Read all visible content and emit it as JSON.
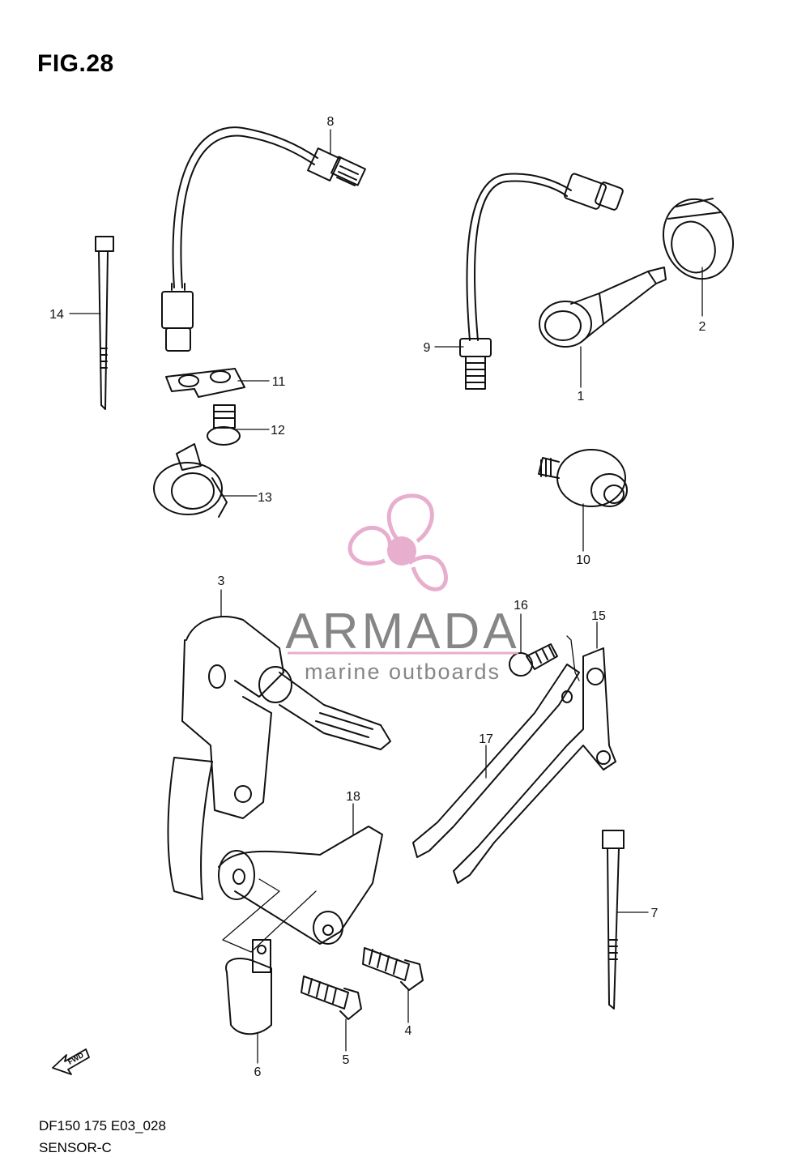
{
  "figure": {
    "title": "FIG.28",
    "code": "DF150 175 E03_028",
    "name": "SENSOR-C"
  },
  "watermark": {
    "brand": "ARMADA",
    "tagline": "marine outboards",
    "color": "#e6a6c8"
  },
  "fwd_label": "FWD",
  "callouts": [
    "1",
    "2",
    "3",
    "4",
    "5",
    "6",
    "7",
    "8",
    "9",
    "10",
    "11",
    "12",
    "13",
    "14",
    "15",
    "16",
    "17",
    "18"
  ]
}
